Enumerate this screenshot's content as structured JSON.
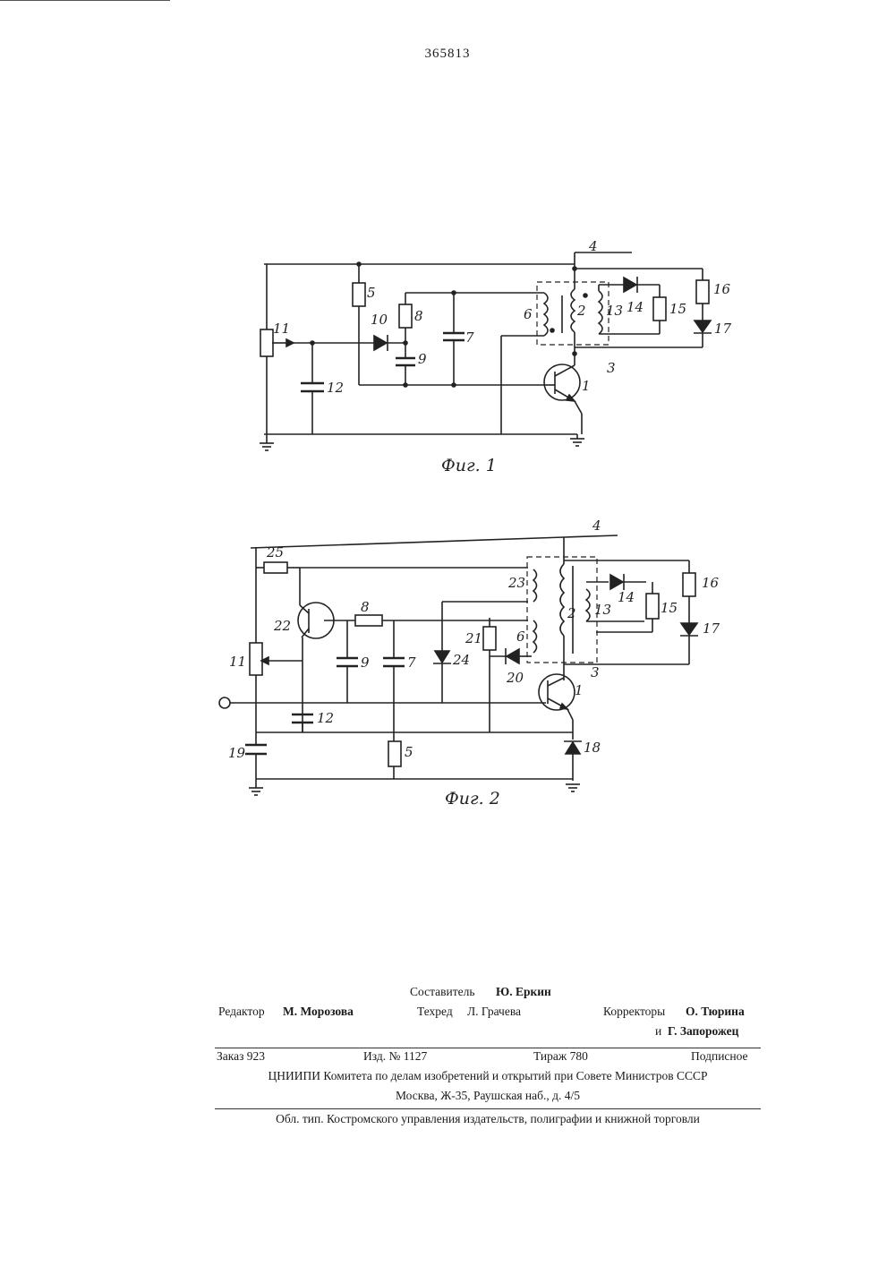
{
  "header": {
    "patent_number": "365813"
  },
  "figure1": {
    "caption": "Фиг. 1",
    "labels": {
      "l1": "1",
      "l2": "2",
      "l3": "3",
      "l4": "4",
      "l5": "5",
      "l6": "6",
      "l7": "7",
      "l8": "8",
      "l9": "9",
      "l10": "10",
      "l11": "11",
      "l12": "12",
      "l13": "13",
      "l14": "14",
      "l15": "15",
      "l16": "16",
      "l17": "17"
    }
  },
  "figure2": {
    "caption": "Фиг. 2",
    "labels": {
      "l1": "1",
      "l2": "2",
      "l3": "3",
      "l4": "4",
      "l5": "5",
      "l6": "6",
      "l7": "7",
      "l8": "8",
      "l9": "9",
      "l11": "11",
      "l12": "12",
      "l13": "13",
      "l14": "14",
      "l15": "15",
      "l16": "16",
      "l17": "17",
      "l18": "18",
      "l19": "19",
      "l20": "20",
      "l21": "21",
      "l22": "22",
      "l23": "23",
      "l24": "24",
      "l25": "25"
    }
  },
  "imprint": {
    "compiler_label": "Составитель",
    "compiler_name": "Ю. Еркин",
    "editor_label": "Редактор",
    "editor_name": "М. Морозова",
    "techred_label": "Техред",
    "techred_name": "Л. Грачева",
    "correctors_label": "Корректоры",
    "corrector1_name": "О. Тюрина",
    "corrector2_prefix": "и",
    "corrector2_name": "Г. Запорожец",
    "order": "Заказ 923",
    "edition": "Изд. № 1127",
    "print_run": "Тираж 780",
    "subscription": "Подписное",
    "org_line": "ЦНИИПИ Комитета по делам изобретений и открытий при Совете Министров СССР",
    "address_line": "Москва, Ж-35, Раушская наб., д. 4/5",
    "printer_line": "Обл. тип. Костромского управления издательств, полиграфии и книжной торговли"
  }
}
